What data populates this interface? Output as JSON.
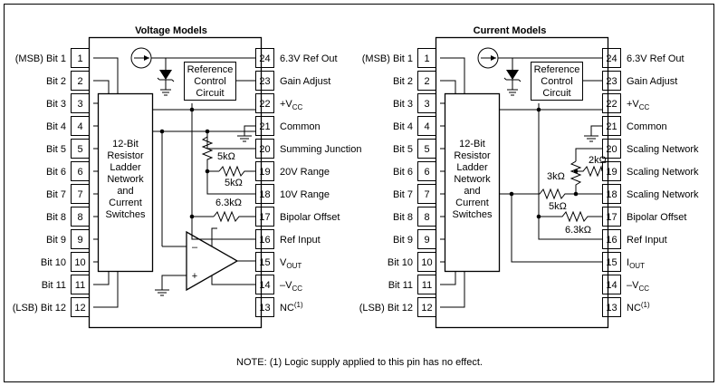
{
  "voltage": {
    "title": "Voltage Models",
    "chip": {
      "line1": "12-Bit",
      "line2": "Resistor",
      "line3": "Ladder",
      "line4": "Network",
      "line5": "and",
      "line6": "Current",
      "line7": "Switches"
    },
    "ref_box": {
      "line1": "Reference",
      "line2": "Control",
      "line3": "Circuit"
    },
    "left_pins": [
      {
        "num": "1",
        "label": "(MSB) Bit 1"
      },
      {
        "num": "2",
        "label": "Bit 2"
      },
      {
        "num": "3",
        "label": "Bit 3"
      },
      {
        "num": "4",
        "label": "Bit 4"
      },
      {
        "num": "5",
        "label": "Bit 5"
      },
      {
        "num": "6",
        "label": "Bit 6"
      },
      {
        "num": "7",
        "label": "Bit 7"
      },
      {
        "num": "8",
        "label": "Bit 8"
      },
      {
        "num": "9",
        "label": "Bit 9"
      },
      {
        "num": "10",
        "label": "Bit 10"
      },
      {
        "num": "11",
        "label": "Bit 11"
      },
      {
        "num": "12",
        "label": "(LSB) Bit 12"
      }
    ],
    "right_pins": [
      {
        "num": "24",
        "label": "6.3V Ref Out",
        "sub": "",
        "sup": ""
      },
      {
        "num": "23",
        "label": "Gain Adjust",
        "sub": "",
        "sup": ""
      },
      {
        "num": "22",
        "label": "+V",
        "sub": "CC",
        "sup": ""
      },
      {
        "num": "21",
        "label": "Common",
        "sub": "",
        "sup": ""
      },
      {
        "num": "20",
        "label": "Summing Junction",
        "sub": "",
        "sup": ""
      },
      {
        "num": "19",
        "label": "20V Range",
        "sub": "",
        "sup": ""
      },
      {
        "num": "18",
        "label": "10V Range",
        "sub": "",
        "sup": ""
      },
      {
        "num": "17",
        "label": "Bipolar Offset",
        "sub": "",
        "sup": ""
      },
      {
        "num": "16",
        "label": "Ref Input",
        "sub": "",
        "sup": ""
      },
      {
        "num": "15",
        "label": "V",
        "sub": "OUT",
        "sup": ""
      },
      {
        "num": "14",
        "label": "–V",
        "sub": "CC",
        "sup": ""
      },
      {
        "num": "13",
        "label": "NC",
        "sub": "",
        "sup": "(1)"
      }
    ],
    "resistors": {
      "r1": "5kΩ",
      "r2": "5kΩ",
      "r3": "6.3kΩ"
    },
    "opamp": {
      "minus": "–",
      "plus": "+"
    }
  },
  "current": {
    "title": "Current Models",
    "chip": {
      "line1": "12-Bit",
      "line2": "Resistor",
      "line3": "Ladder",
      "line4": "Network",
      "line5": "and",
      "line6": "Current",
      "line7": "Switches"
    },
    "ref_box": {
      "line1": "Reference",
      "line2": "Control",
      "line3": "Circuit"
    },
    "left_pins": [
      {
        "num": "1",
        "label": "(MSB) Bit 1"
      },
      {
        "num": "2",
        "label": "Bit 2"
      },
      {
        "num": "3",
        "label": "Bit 3"
      },
      {
        "num": "4",
        "label": "Bit 4"
      },
      {
        "num": "5",
        "label": "Bit 5"
      },
      {
        "num": "6",
        "label": "Bit 6"
      },
      {
        "num": "7",
        "label": "Bit 7"
      },
      {
        "num": "8",
        "label": "Bit 8"
      },
      {
        "num": "9",
        "label": "Bit 9"
      },
      {
        "num": "10",
        "label": "Bit 10"
      },
      {
        "num": "11",
        "label": "Bit 11"
      },
      {
        "num": "12",
        "label": "(LSB) Bit 12"
      }
    ],
    "right_pins": [
      {
        "num": "24",
        "label": "6.3V Ref Out",
        "sub": "",
        "sup": ""
      },
      {
        "num": "23",
        "label": "Gain Adjust",
        "sub": "",
        "sup": ""
      },
      {
        "num": "22",
        "label": "+V",
        "sub": "CC",
        "sup": ""
      },
      {
        "num": "21",
        "label": "Common",
        "sub": "",
        "sup": ""
      },
      {
        "num": "20",
        "label": "Scaling Network",
        "sub": "",
        "sup": ""
      },
      {
        "num": "19",
        "label": "Scaling Network",
        "sub": "",
        "sup": ""
      },
      {
        "num": "18",
        "label": "Scaling Network",
        "sub": "",
        "sup": ""
      },
      {
        "num": "17",
        "label": "Bipolar Offset",
        "sub": "",
        "sup": ""
      },
      {
        "num": "16",
        "label": "Ref Input",
        "sub": "",
        "sup": ""
      },
      {
        "num": "15",
        "label": "I",
        "sub": "OUT",
        "sup": ""
      },
      {
        "num": "14",
        "label": "–V",
        "sub": "CC",
        "sup": ""
      },
      {
        "num": "13",
        "label": "NC",
        "sub": "",
        "sup": "(1)"
      }
    ],
    "resistors": {
      "r1": "2kΩ",
      "r2": "3kΩ",
      "r3": "5kΩ",
      "r4": "6.3kΩ"
    }
  },
  "note": "NOTE: (1) Logic supply applied to this pin has no effect."
}
